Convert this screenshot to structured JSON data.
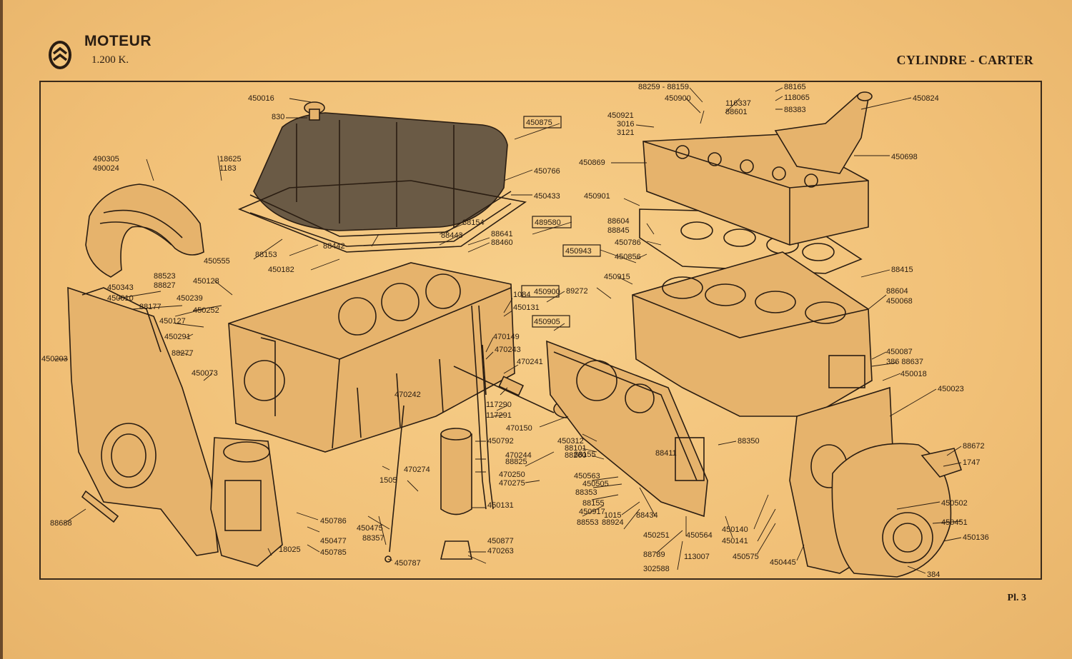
{
  "header": {
    "title": "MOTEUR",
    "subtitle": "1.200 K.",
    "section": "CYLINDRE - CARTER",
    "plate": "Pl. 3"
  },
  "colors": {
    "paper": "#f3c57c",
    "ink": "#2a1d12"
  },
  "brand_icon": "chevron-logo-icon",
  "labels": [
    {
      "id": "l1",
      "text": "450016"
    },
    {
      "id": "l2",
      "text": "830"
    },
    {
      "id": "l3",
      "text": "450875",
      "boxed": true
    },
    {
      "id": "l4",
      "text": "450766"
    },
    {
      "id": "l5",
      "text": "450433"
    },
    {
      "id": "l6",
      "text": "489580",
      "boxed": true
    },
    {
      "id": "l7",
      "text": "490305"
    },
    {
      "id": "l8",
      "text": "490024"
    },
    {
      "id": "l9",
      "text": "18625"
    },
    {
      "id": "l10",
      "text": "1183"
    },
    {
      "id": "l11",
      "text": "450555"
    },
    {
      "id": "l12",
      "text": "88153"
    },
    {
      "id": "l13",
      "text": "450182"
    },
    {
      "id": "l14",
      "text": "88442"
    },
    {
      "id": "l15",
      "text": "88154"
    },
    {
      "id": "l16",
      "text": "88443"
    },
    {
      "id": "l17",
      "text": "88641"
    },
    {
      "id": "l18",
      "text": "88460"
    },
    {
      "id": "l19",
      "text": "88523"
    },
    {
      "id": "l20",
      "text": "88827"
    },
    {
      "id": "l21",
      "text": "450128"
    },
    {
      "id": "l22",
      "text": "450343"
    },
    {
      "id": "l23",
      "text": "450010"
    },
    {
      "id": "l24",
      "text": "88177"
    },
    {
      "id": "l25",
      "text": "450239"
    },
    {
      "id": "l26",
      "text": "450252"
    },
    {
      "id": "l27",
      "text": "450127"
    },
    {
      "id": "l28",
      "text": "450291"
    },
    {
      "id": "l29",
      "text": "88277"
    },
    {
      "id": "l30",
      "text": "450203"
    },
    {
      "id": "l31",
      "text": "450073"
    },
    {
      "id": "l32",
      "text": "88688"
    },
    {
      "id": "l33",
      "text": "18025"
    },
    {
      "id": "l34",
      "text": "450786"
    },
    {
      "id": "l35",
      "text": "450477"
    },
    {
      "id": "l36",
      "text": "450785"
    },
    {
      "id": "l37",
      "text": "450475"
    },
    {
      "id": "l38",
      "text": "88357"
    },
    {
      "id": "l39",
      "text": "450787"
    },
    {
      "id": "l40",
      "text": "1505"
    },
    {
      "id": "l41",
      "text": "470274"
    },
    {
      "id": "l42",
      "text": "450131"
    },
    {
      "id": "l43",
      "text": "450877"
    },
    {
      "id": "l44",
      "text": "470263"
    },
    {
      "id": "l45",
      "text": "1084"
    },
    {
      "id": "l46",
      "text": "450131"
    },
    {
      "id": "l47",
      "text": "470149"
    },
    {
      "id": "l48",
      "text": "470243"
    },
    {
      "id": "l49",
      "text": "470241"
    },
    {
      "id": "l50",
      "text": "470242"
    },
    {
      "id": "l51",
      "text": "117290"
    },
    {
      "id": "l52",
      "text": "117291"
    },
    {
      "id": "l53",
      "text": "470150"
    },
    {
      "id": "l54",
      "text": "450792"
    },
    {
      "id": "l55",
      "text": "470244"
    },
    {
      "id": "l56",
      "text": "88825"
    },
    {
      "id": "l57",
      "text": "470250"
    },
    {
      "id": "l58",
      "text": "470275"
    },
    {
      "id": "l59",
      "text": "450900",
      "boxed": true
    },
    {
      "id": "l60",
      "text": "450905",
      "boxed": true
    },
    {
      "id": "l61",
      "text": "89272"
    },
    {
      "id": "l62",
      "text": "450915"
    },
    {
      "id": "l63",
      "text": "450943",
      "boxed": true
    },
    {
      "id": "l64",
      "text": "450856"
    },
    {
      "id": "l65",
      "text": "450786"
    },
    {
      "id": "l66",
      "text": "88845"
    },
    {
      "id": "l67",
      "text": "88604"
    },
    {
      "id": "l68",
      "text": "450901"
    },
    {
      "id": "l69",
      "text": "450869"
    },
    {
      "id": "l70",
      "text": "450921"
    },
    {
      "id": "l71",
      "text": "3016"
    },
    {
      "id": "l72",
      "text": "3121"
    },
    {
      "id": "l73",
      "text": "88259 - 88159"
    },
    {
      "id": "l74",
      "text": "450900"
    },
    {
      "id": "l75",
      "text": "116337"
    },
    {
      "id": "l76",
      "text": "88601"
    },
    {
      "id": "l77",
      "text": "88165"
    },
    {
      "id": "l78",
      "text": "118065"
    },
    {
      "id": "l79",
      "text": "88383"
    },
    {
      "id": "l80",
      "text": "450824"
    },
    {
      "id": "l81",
      "text": "450698"
    },
    {
      "id": "l82",
      "text": "88415"
    },
    {
      "id": "l83",
      "text": "88604"
    },
    {
      "id": "l84",
      "text": "450068"
    },
    {
      "id": "l85",
      "text": "450087"
    },
    {
      "id": "l86",
      "text": "386 88637"
    },
    {
      "id": "l87",
      "text": "450018"
    },
    {
      "id": "l88",
      "text": "450023"
    },
    {
      "id": "l89",
      "text": "88672"
    },
    {
      "id": "l90",
      "text": "1747"
    },
    {
      "id": "l91",
      "text": "450502"
    },
    {
      "id": "l92",
      "text": "450451"
    },
    {
      "id": "l93",
      "text": "450136"
    },
    {
      "id": "l94",
      "text": "384"
    },
    {
      "id": "l95",
      "text": "450445"
    },
    {
      "id": "l96",
      "text": "450575"
    },
    {
      "id": "l97",
      "text": "450141"
    },
    {
      "id": "l98",
      "text": "450140"
    },
    {
      "id": "l99",
      "text": "450564"
    },
    {
      "id": "l100",
      "text": "450251"
    },
    {
      "id": "l101",
      "text": "88434"
    },
    {
      "id": "l102",
      "text": "88350"
    },
    {
      "id": "l103",
      "text": "450312"
    },
    {
      "id": "l104",
      "text": "88101"
    },
    {
      "id": "l105",
      "text": "88260"
    },
    {
      "id": "l106",
      "text": "88155"
    },
    {
      "id": "l107",
      "text": "450563"
    },
    {
      "id": "l108",
      "text": "450505"
    },
    {
      "id": "l109",
      "text": "88353"
    },
    {
      "id": "l110",
      "text": "88155"
    },
    {
      "id": "l111",
      "text": "450917"
    },
    {
      "id": "l112",
      "text": "1015"
    },
    {
      "id": "l113",
      "text": "88553"
    },
    {
      "id": "l114",
      "text": "88924"
    },
    {
      "id": "l115",
      "text": "88789"
    },
    {
      "id": "l116",
      "text": "113007"
    },
    {
      "id": "l117",
      "text": "302588"
    },
    {
      "id": "l118",
      "text": "88411"
    }
  ]
}
